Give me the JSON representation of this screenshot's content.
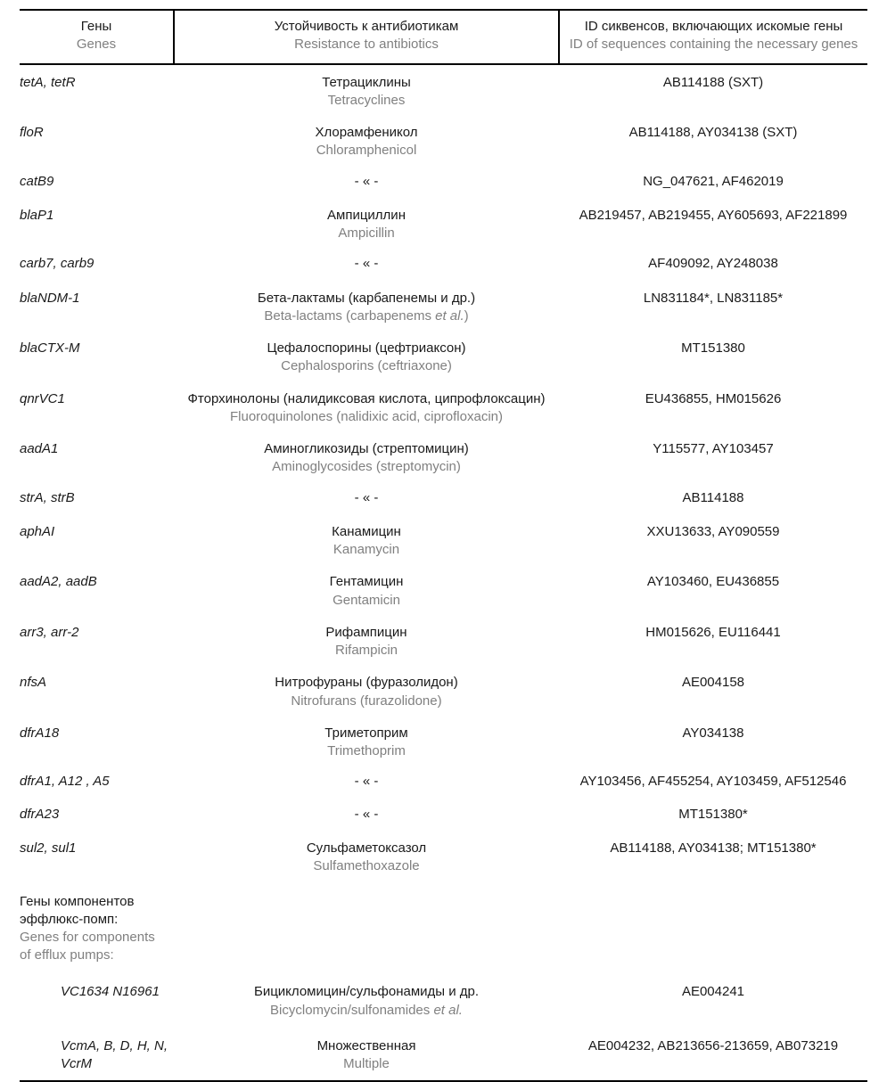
{
  "table": {
    "headers": [
      {
        "ru": "Гены",
        "en": "Genes"
      },
      {
        "ru": "Устойчивость к антибиотикам",
        "en": "Resistance to antibiotics"
      },
      {
        "ru": "ID сиквенсов, включающих искомые гены",
        "en": "ID of sequences containing the necessary genes"
      }
    ],
    "rows": [
      {
        "genes": "tetA, tetR",
        "resistance_ru": "Тетрациклины",
        "resistance_en": "Tetracyclines",
        "ids": "AB114188 (SXT)"
      },
      {
        "genes": "floR",
        "resistance_ru": "Хлорамфеникол",
        "resistance_en": "Chloramphenicol",
        "ids": "AB114188, AY034138 (SXT)"
      },
      {
        "genes": "catB9",
        "resistance_ru": "- « -",
        "resistance_en": "",
        "ids": "NG_047621, AF462019"
      },
      {
        "genes": "blaP1",
        "resistance_ru": "Ампициллин",
        "resistance_en": "Ampicillin",
        "ids": "AB219457, AB219455, AY605693, AF221899"
      },
      {
        "genes": "carb7, carb9",
        "resistance_ru": "- « -",
        "resistance_en": "",
        "ids": "AF409092, AY248038"
      },
      {
        "genes": "blaNDM-1",
        "resistance_ru": "Бета-лактамы (карбапенемы и др.)",
        "resistance_en": "Beta-lactams (carbapenems et al.)",
        "resistance_en_italic_tail": "et al.",
        "ids": "LN831184*, LN831185*"
      },
      {
        "genes": "blaCTX-M",
        "resistance_ru": "Цефалоспорины (цефтриаксон)",
        "resistance_en": "Cephalosporins (ceftriaxone)",
        "ids": "MT151380"
      },
      {
        "genes": "qnrVC1",
        "resistance_ru": "Фторхинолоны (налидиксовая кислота, ципрофлоксацин)",
        "resistance_en": "Fluoroquinolones (nalidixic acid, ciprofloxacin)",
        "ids": "EU436855, HM015626"
      },
      {
        "genes": "aadA1",
        "resistance_ru": "Аминогликозиды (стрептомицин)",
        "resistance_en": "Aminoglycosides (streptomycin)",
        "ids": "Y115577, AY103457"
      },
      {
        "genes": "strA, strB",
        "resistance_ru": "- « -",
        "resistance_en": "",
        "ids": "AB114188"
      },
      {
        "genes": "aphAI",
        "resistance_ru": "Канамицин",
        "resistance_en": "Kanamycin",
        "ids": "XXU13633, AY090559"
      },
      {
        "genes": "aadA2, aadB",
        "resistance_ru": "Гентамицин",
        "resistance_en": "Gentamicin",
        "ids": "AY103460, EU436855"
      },
      {
        "genes": "arr3, arr-2",
        "resistance_ru": "Рифампицин",
        "resistance_en": "Rifampicin",
        "ids": "HM015626, EU116441"
      },
      {
        "genes": "nfsA",
        "resistance_ru": "Нитрофураны (фуразолидон)",
        "resistance_en": "Nitrofurans (furazolidone)",
        "ids": "AE004158"
      },
      {
        "genes": "dfrA18",
        "resistance_ru": "Триметоприм",
        "resistance_en": "Trimethoprim",
        "ids": "AY034138"
      },
      {
        "genes": "dfrA1, A12 , A5",
        "resistance_ru": "- « -",
        "resistance_en": "",
        "ids": "AY103456, AF455254, AY103459, AF512546"
      },
      {
        "genes": "dfrA23",
        "resistance_ru": "- « -",
        "resistance_en": "",
        "ids": "MT151380*"
      },
      {
        "genes": "sul2, sul1",
        "resistance_ru": "Сульфаметоксазол",
        "resistance_en": "Sulfamethoxazole",
        "ids": "AB114188, AY034138; MT151380*"
      }
    ],
    "section": {
      "title_ru": "Гены компонентов\nэффлюкс-помп:",
      "title_en": "Genes for components\nof efflux pumps:"
    },
    "pump_rows": [
      {
        "genes": "VC1634 N16961",
        "resistance_ru": "Бицикломицин/сульфонамиды и др.",
        "resistance_en": "Bicyclomycin/sulfonamides et al.",
        "resistance_en_italic_tail": "et al.",
        "ids": "AE004241"
      },
      {
        "genes": "VcmA, B, D, H, N,\nVcrM",
        "resistance_ru": "Множественная",
        "resistance_en": "Multiple",
        "ids": "AE004232, AB213656-213659, AB073219"
      }
    ]
  },
  "colors": {
    "text": "#1a1a1a",
    "secondary_text": "#808080",
    "rule": "#000000",
    "background": "#ffffff"
  }
}
